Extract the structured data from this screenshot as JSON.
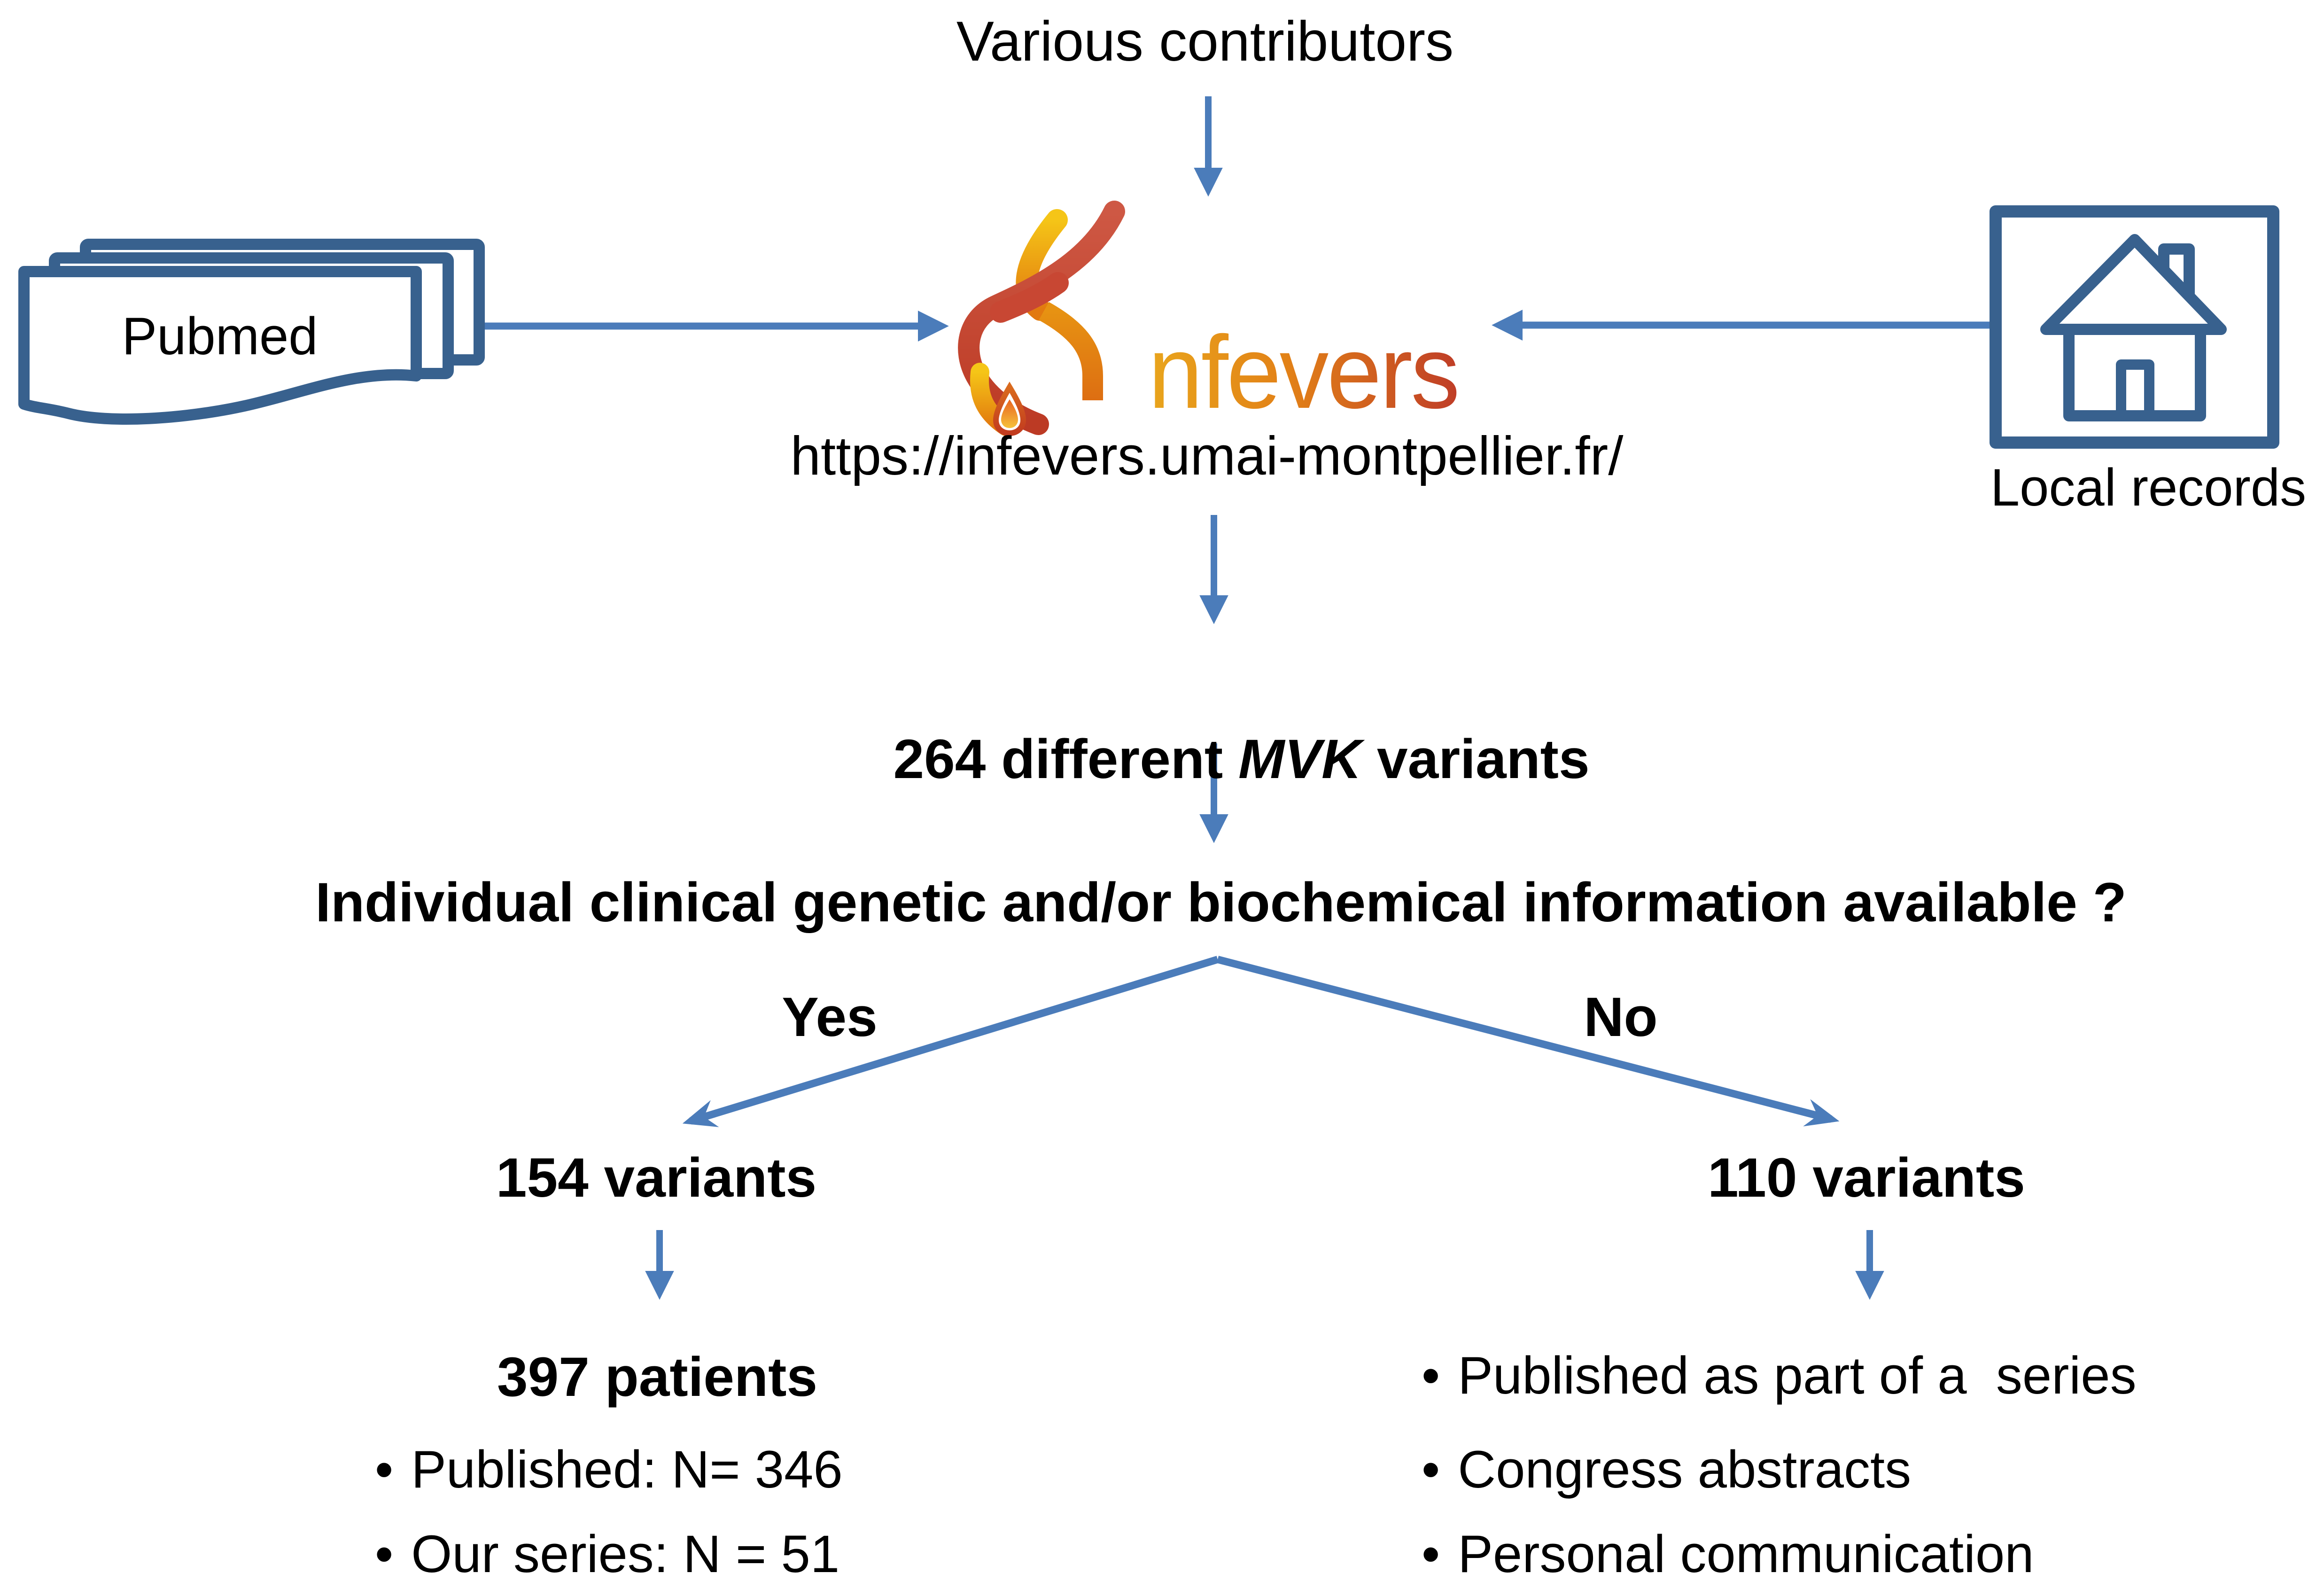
{
  "colors": {
    "arrow_blue": "#4B7CBA",
    "outline_dark_blue": "#38618E",
    "text_black": "#000000",
    "logo_gold": "#F5C517",
    "logo_orange": "#E2790F",
    "logo_red_light": "#CE5844",
    "logo_red_dark": "#BC3A24",
    "background": "#FFFFFF"
  },
  "top": {
    "contributors": "Various contributors"
  },
  "sources": {
    "pubmed": "Pubmed",
    "local_records": "Local records"
  },
  "infevers": {
    "brand_text": "nfevers",
    "url": "https://infevers.umai-montpellier.fr/"
  },
  "variants_line": {
    "prefix": "264 different ",
    "gene": "MVK",
    "suffix": " variants"
  },
  "question": "Individual clinical genetic and/or biochemical information available ?",
  "branch_labels": {
    "yes": "Yes",
    "no": "No"
  },
  "bullet_char": "•",
  "yes_branch": {
    "count": "154 variants",
    "patients": "397 patients",
    "bullets": [
      "Published: N= 346",
      "Our series: N = 51"
    ]
  },
  "no_branch": {
    "count": "110 variants",
    "bullets": [
      "Published as part of a  series",
      "Congress abstracts",
      "Personal communication"
    ]
  }
}
